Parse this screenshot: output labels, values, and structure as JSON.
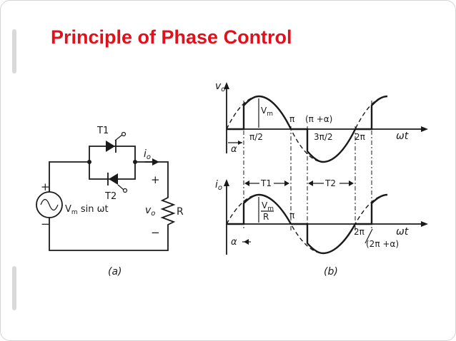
{
  "slide": {
    "title": "Principle of Phase Control",
    "accent_color": "#e2101a"
  },
  "circuit": {
    "t1": "T1",
    "t2": "T2",
    "io": "i",
    "io_sub": "o",
    "source_label": "V",
    "source_sub": "m",
    "source_rest": " sin ωt",
    "plus_top": "+",
    "minus_bottom": "−",
    "vo": "v",
    "vo_sub": "o",
    "r": "R",
    "load_plus": "+",
    "load_minus": "−",
    "caption": "(a)"
  },
  "waveforms": {
    "top_axis": "v",
    "top_axis_sub": "o",
    "vm": "V",
    "vm_sub": "m",
    "pi_half": "π/2",
    "pi": "π",
    "pi_plus_alpha": "(π +α)",
    "three_pi_half": "3π/2",
    "two_pi": "2π",
    "wt": "ωt",
    "alpha": "α",
    "bottom_axis": "i",
    "bottom_axis_sub": "o",
    "t1": "T1",
    "t2": "T2",
    "vm_r_num": "V",
    "vm_r_num_sub": "m",
    "vm_r_den": "R",
    "pi_bottom": "π",
    "two_pi_bottom": "2π",
    "two_pi_plus_alpha": "(2π +α)",
    "wt_bottom": "ωt",
    "alpha_bottom": "α",
    "caption": "(b)"
  }
}
